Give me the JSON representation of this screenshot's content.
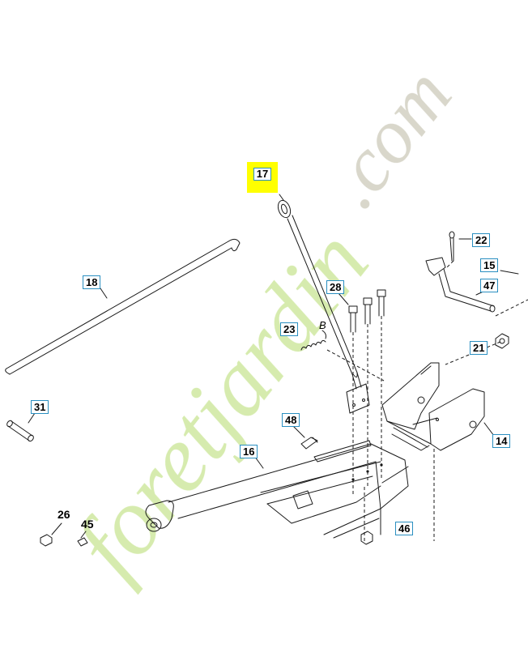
{
  "highlighted_part": "17",
  "parts": [
    {
      "id": "p17",
      "label": "17"
    },
    {
      "id": "p22",
      "label": "22"
    },
    {
      "id": "p15",
      "label": "15"
    },
    {
      "id": "p47",
      "label": "47"
    },
    {
      "id": "p18",
      "label": "18"
    },
    {
      "id": "p28",
      "label": "28"
    },
    {
      "id": "p23",
      "label": "23"
    },
    {
      "id": "p21",
      "label": "21"
    },
    {
      "id": "p31",
      "label": "31"
    },
    {
      "id": "p48",
      "label": "48"
    },
    {
      "id": "p14",
      "label": "14"
    },
    {
      "id": "p16",
      "label": "16"
    },
    {
      "id": "p26",
      "label": "26"
    },
    {
      "id": "p45",
      "label": "45"
    },
    {
      "id": "p46",
      "label": "46"
    }
  ],
  "reference_letter": "B",
  "watermark": {
    "text": "foretjardin.com",
    "colors": {
      "green": "#cfe8a0",
      "gray": "#d2d0c2"
    }
  },
  "colors": {
    "label_border": "#2a8fc1",
    "highlight": "#ffff00",
    "line": "#1a1a1a"
  }
}
